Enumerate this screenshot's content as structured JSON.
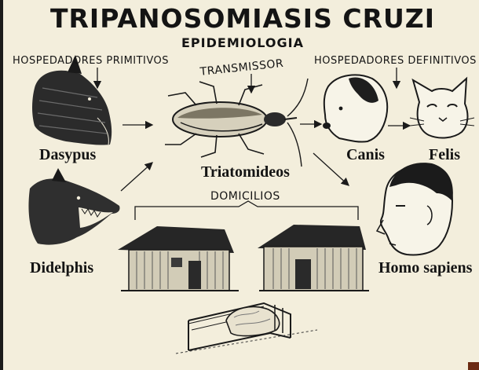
{
  "title": "TRIPANOSOMIASIS CRUZI",
  "subtitle": "EPIDEMIOLOGIA",
  "labels": {
    "hospedadores_primitivos": "HOSPEDADORES PRIMITIVOS",
    "transmissor": "TRANSMISSOR",
    "hospedadores_definitivos": "HOSPEDADORES DEFINITIVOS",
    "domicilios": "DOMICILIOS"
  },
  "animals": {
    "dasypus": "Dasypus",
    "didelphis": "Didelphis",
    "triatomideos": "Triatomideos",
    "canis": "Canis",
    "felis": "Felis",
    "homo_sapiens": "Homo sapiens"
  },
  "colors": {
    "paper": "#f3eedc",
    "ink": "#141414"
  }
}
